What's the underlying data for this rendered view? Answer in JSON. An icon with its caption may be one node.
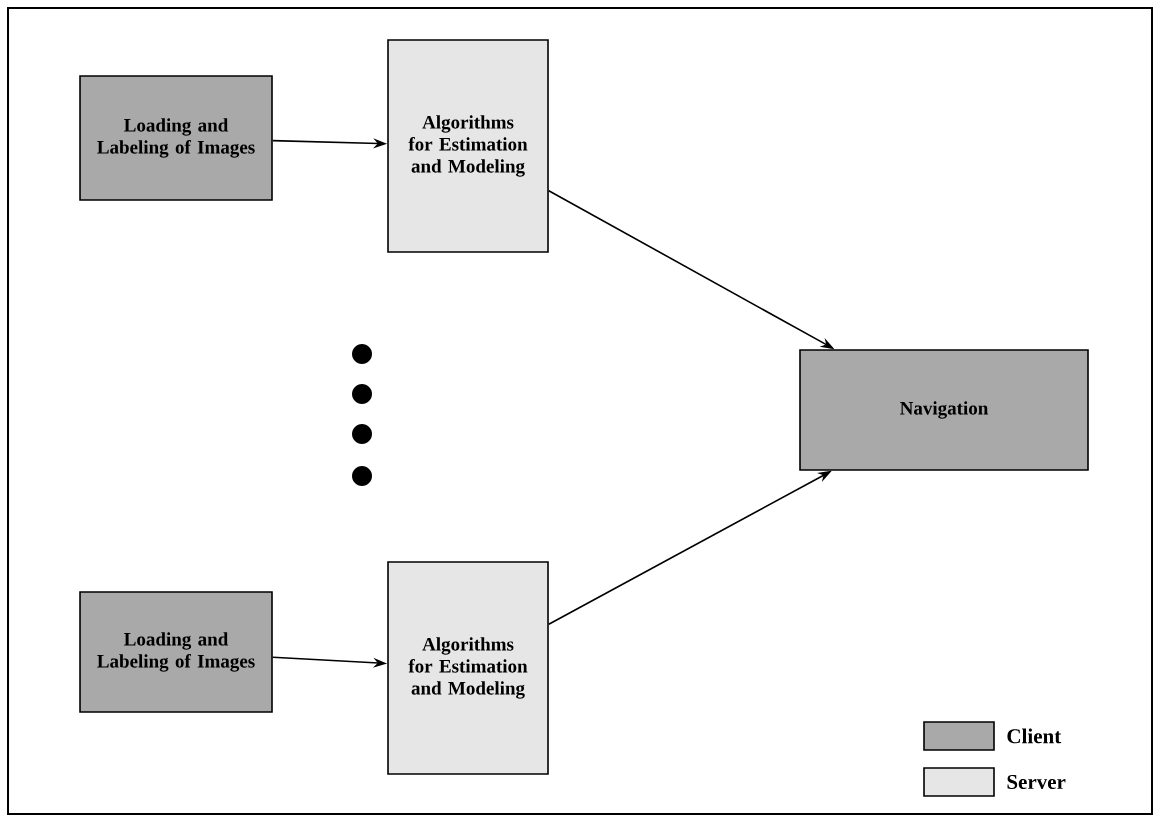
{
  "diagram": {
    "nodes": [
      {
        "text": [
          "Loading and Labeling of Images"
        ]
      },
      {
        "text": [
          "Algorithms for Estimation and Modeling"
        ]
      },
      {
        "text": [
          "Navigation"
        ]
      },
      {
        "text": [
          "Loading and Labeling of Images"
        ]
      },
      {
        "text": [
          "Algorithms for Estimation and Modeling"
        ]
      }
    ],
    "edges": [
      {
        "from": 0,
        "to": 1,
        "arrow": "to"
      },
      {
        "from": 1,
        "to": 2,
        "arrow": "to"
      },
      {
        "from": 3,
        "to": 4,
        "arrow": "to"
      },
      {
        "from": 4,
        "to": 2,
        "arrow": "to"
      }
    ],
    "legend": [
      {
        "text": "Client",
        "color": "#a9a9a9"
      },
      {
        "text": "Server",
        "color": "#e6e6e6"
      }
    ]
  }
}
